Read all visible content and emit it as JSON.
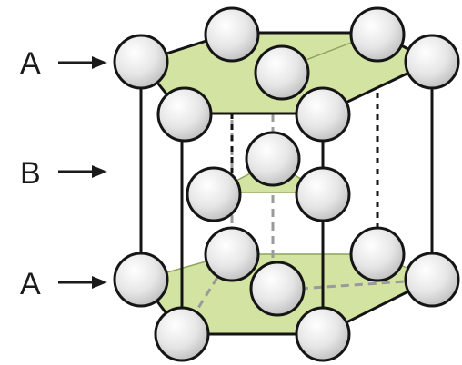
{
  "layers": {
    "top": {
      "label": "A"
    },
    "middle": {
      "label": "B"
    },
    "bottom": {
      "label": "A"
    }
  },
  "colors": {
    "plane_fill": "#d3e3a1",
    "plane_stroke": "#8fa45d",
    "edge": "#141414",
    "hidden_dashed": "#9a9a9a",
    "atom_outline": "#151515",
    "atom_fill": "#ececec",
    "arrow": "#1a1a1a"
  },
  "icons": {
    "atom": "gray-sphere",
    "pointer": "right-arrow"
  }
}
